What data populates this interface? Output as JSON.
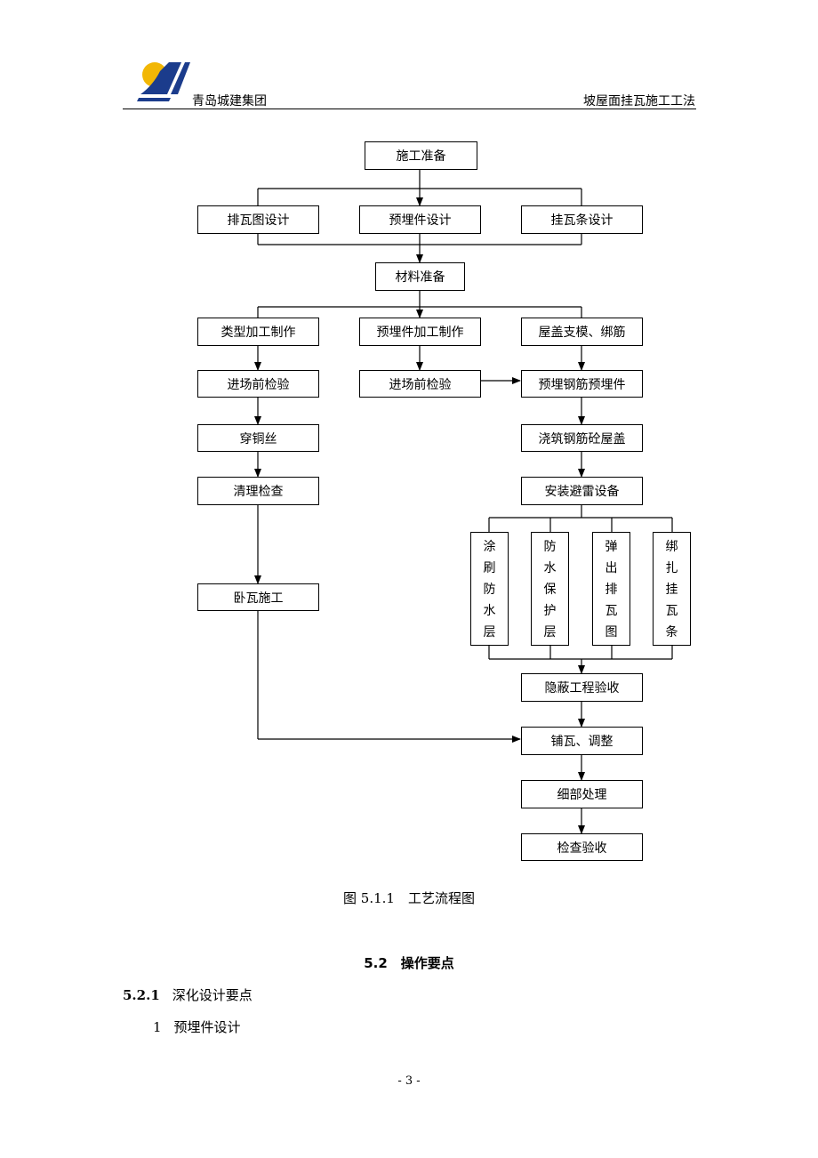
{
  "header": {
    "company": "青岛城建集团",
    "doc_title": "坡屋面挂瓦施工工法"
  },
  "flowchart": {
    "prep": "施工准备",
    "design_tile_layout": "排瓦图设计",
    "design_embedded": "预埋件设计",
    "design_batten": "挂瓦条设计",
    "material_prep": "材料准备",
    "type_processing": "类型加工制作",
    "embedded_processing": "预埋件加工制作",
    "roof_formwork": "屋盖支模、绑筋",
    "inspect_left": "进场前检验",
    "inspect_mid": "进场前检验",
    "embed_rebar": "预埋钢筋预埋件",
    "copper_wire": "穿铜丝",
    "pour_concrete": "浇筑钢筋砼屋盖",
    "clean_check": "清理检查",
    "lightning": "安装避雷设备",
    "vertical": [
      "涂刷防水层",
      "防水保护层",
      "弹出排瓦图",
      "绑扎挂瓦条"
    ],
    "lay_tile": "卧瓦施工",
    "concealed_accept": "隐蔽工程验收",
    "tile_adjust": "铺瓦、调整",
    "detail": "细部处理",
    "final_accept": "检查验收"
  },
  "caption": "图 5.1.1　工艺流程图",
  "section_heading": "5.2　操作要点",
  "subsection": {
    "number": "5.2.1",
    "text": "深化设计要点"
  },
  "item": {
    "number": "1",
    "text": "预埋件设计"
  },
  "page_number": "- 3 -",
  "colors": {
    "logo_yellow": "#f2b705",
    "logo_blue": "#1b3c8c"
  }
}
